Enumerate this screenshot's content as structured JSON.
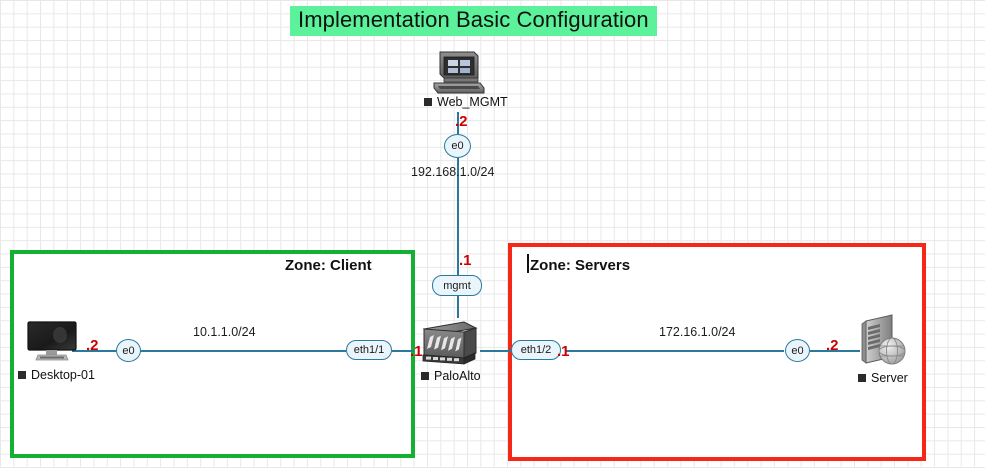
{
  "diagram": {
    "title": "Implementation Basic Configuration",
    "title_bg": "#5cf29b",
    "canvas_bg": "#ffffff",
    "grid_color": "#e8e8e8",
    "link_color": "#2b7a9e",
    "octet_color": "#cc0000"
  },
  "zones": {
    "client": {
      "label": "Zone: Client",
      "border_color": "#13b034"
    },
    "servers": {
      "label": "Zone: Servers",
      "border_color": "#f52716"
    }
  },
  "devices": {
    "web_mgmt": {
      "name": "Web_MGMT",
      "icon": "desktop-computer-icon"
    },
    "desktop01": {
      "name": "Desktop-01",
      "icon": "flat-monitor-icon"
    },
    "paloalto": {
      "name": "PaloAlto",
      "icon": "firewall-appliance-icon"
    },
    "server": {
      "name": "Server",
      "icon": "server-tower-icon"
    }
  },
  "interfaces": {
    "web_mgmt_e0": {
      "label": "e0",
      "shape": "circle"
    },
    "fw_mgmt": {
      "label": "mgmt",
      "shape": "pill"
    },
    "fw_eth1_1": {
      "label": "eth1/1",
      "shape": "pill"
    },
    "fw_eth1_2": {
      "label": "eth1/2",
      "shape": "pill"
    },
    "desktop01_e0": {
      "label": "e0",
      "shape": "circle"
    },
    "server_e0": {
      "label": "e0",
      "shape": "circle"
    }
  },
  "addresses": {
    "web_mgmt": ".2",
    "fw_mgmt": ".1",
    "desktop01": ".2",
    "fw_eth1_1": ".1",
    "fw_eth1_2": ".1",
    "server": ".2"
  },
  "subnets": {
    "management": "192.168.1.0/24",
    "client": "10.1.1.0/24",
    "servers": "172.16.1.0/24"
  }
}
